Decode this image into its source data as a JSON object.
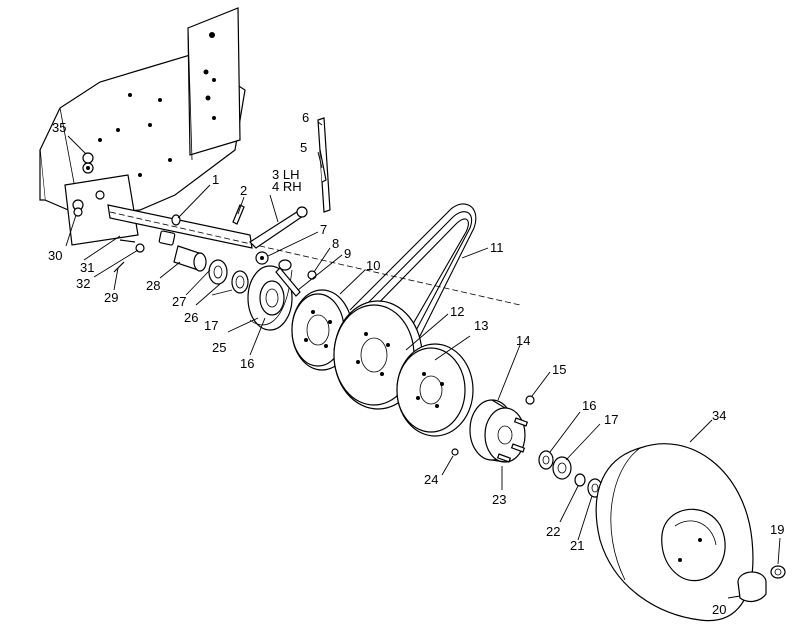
{
  "callouts": [
    {
      "id": "c1",
      "text": "1"
    },
    {
      "id": "c2",
      "text": "2"
    },
    {
      "id": "c3",
      "text": "3 LH"
    },
    {
      "id": "c4",
      "text": "4 RH"
    },
    {
      "id": "c5",
      "text": "5"
    },
    {
      "id": "c6",
      "text": "6"
    },
    {
      "id": "c7",
      "text": "7"
    },
    {
      "id": "c8",
      "text": "8"
    },
    {
      "id": "c9",
      "text": "9"
    },
    {
      "id": "c10",
      "text": "10"
    },
    {
      "id": "c11",
      "text": "11"
    },
    {
      "id": "c12",
      "text": "12"
    },
    {
      "id": "c13",
      "text": "13"
    },
    {
      "id": "c14",
      "text": "14"
    },
    {
      "id": "c15",
      "text": "15"
    },
    {
      "id": "c16a",
      "text": "16"
    },
    {
      "id": "c16b",
      "text": "16"
    },
    {
      "id": "c17a",
      "text": "17"
    },
    {
      "id": "c17b",
      "text": "17"
    },
    {
      "id": "c19",
      "text": "19"
    },
    {
      "id": "c20",
      "text": "20"
    },
    {
      "id": "c21",
      "text": "21"
    },
    {
      "id": "c22",
      "text": "22"
    },
    {
      "id": "c23",
      "text": "23"
    },
    {
      "id": "c24",
      "text": "24"
    },
    {
      "id": "c25",
      "text": "25"
    },
    {
      "id": "c26",
      "text": "26"
    },
    {
      "id": "c27",
      "text": "27"
    },
    {
      "id": "c28",
      "text": "28"
    },
    {
      "id": "c29",
      "text": "29"
    },
    {
      "id": "c30",
      "text": "30"
    },
    {
      "id": "c31",
      "text": "31"
    },
    {
      "id": "c32",
      "text": "32"
    },
    {
      "id": "c34",
      "text": "34"
    },
    {
      "id": "c35",
      "text": "35"
    }
  ]
}
